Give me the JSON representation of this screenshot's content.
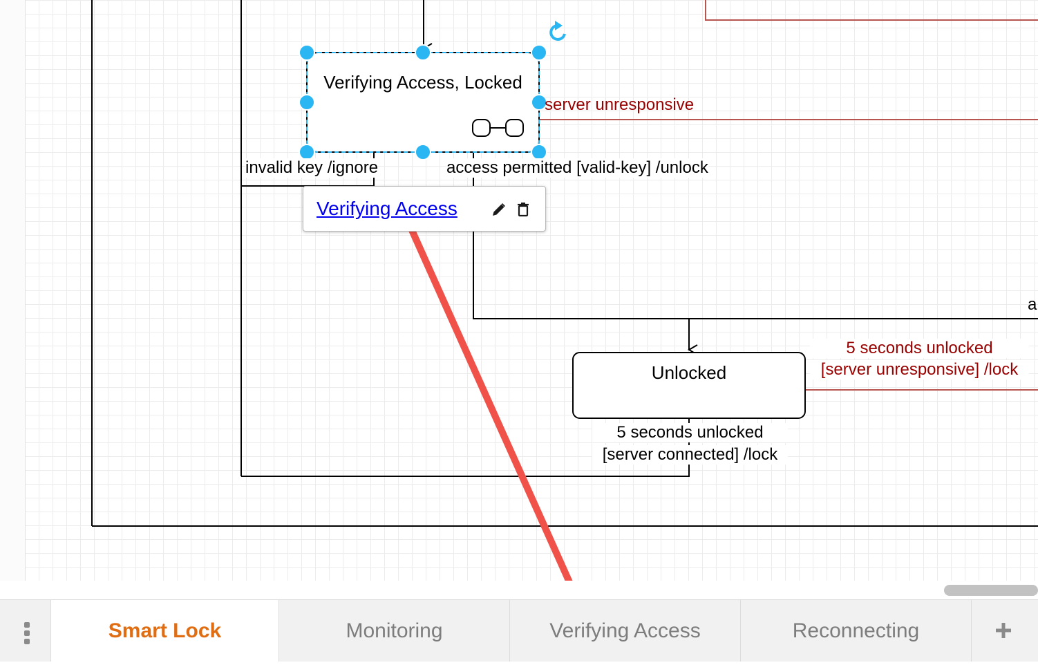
{
  "diagram": {
    "states": {
      "verifying_locked": "Verifying Access, Locked",
      "unlocked": "Unlocked"
    },
    "transitions": {
      "server_unresponsive": "server unresponsive",
      "invalid_key": "invalid key /ignore",
      "access_permitted": "access permitted [valid-key] /unlock",
      "edge_a": "a",
      "timeout_unresponsive_line1": "5 seconds unlocked",
      "timeout_unresponsive_line2": "[server unresponsive] /lock",
      "timeout_connected_line1": "5 seconds unlocked",
      "timeout_connected_line2": "[server connected] /lock"
    }
  },
  "link_popup": {
    "link_text": "Verifying Access",
    "edit_icon": "pencil-icon",
    "delete_icon": "trash-icon"
  },
  "tabs": [
    {
      "label": "Smart Lock",
      "active": true
    },
    {
      "label": "Monitoring",
      "active": false
    },
    {
      "label": "Verifying Access",
      "active": false
    },
    {
      "label": "Reconnecting",
      "active": false
    }
  ],
  "icons": {
    "rotate": "rotate-icon",
    "submachine": "submachine-icon",
    "menu": "vertical-dots-icon",
    "add_page": "plus-icon"
  },
  "colors": {
    "selection_handle": "#29b6f2",
    "active_tab": "#e06d12",
    "annotation_arrow": "#f0524a",
    "error_transition": "#990000"
  }
}
